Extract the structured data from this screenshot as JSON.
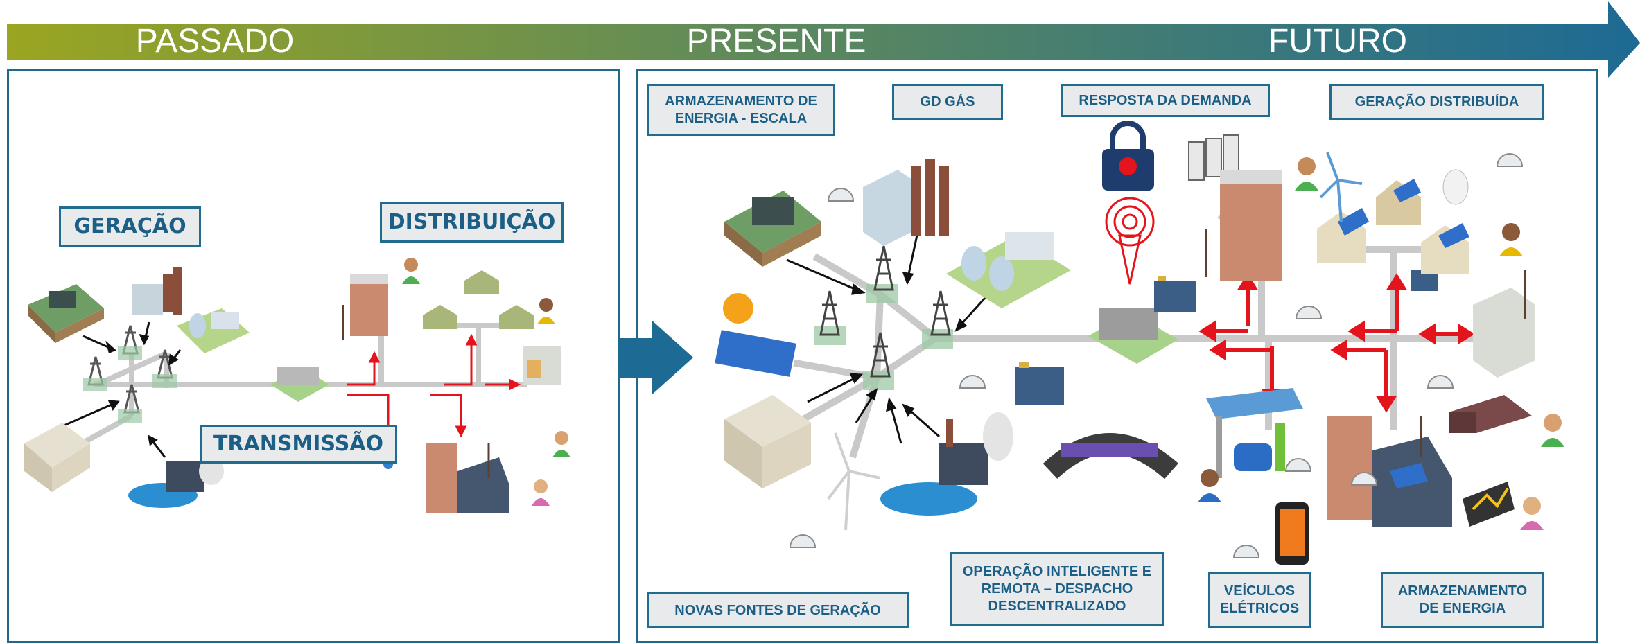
{
  "timeline": {
    "eras": [
      "PASSADO",
      "PRESENTE",
      "FUTURO"
    ],
    "colors": {
      "start": "#9aa521",
      "end": "#1d6a94"
    }
  },
  "past": {
    "labels": {
      "generation": "GERAÇÃO",
      "distribution": "DISTRIBUIÇÃO",
      "transmission": "TRANSMISSÃO"
    }
  },
  "future": {
    "labels": {
      "storage_scale": "ARMAZENAMENTO DE\nENERGIA - ESCALA",
      "gd_gas": "GD GÁS",
      "demand_response": "RESPOSTA DA DEMANDA",
      "distributed_generation": "GERAÇÃO DISTRIBUÍDA",
      "new_sources": "NOVAS FONTES DE GERAÇÃO",
      "smart_operation": "OPERAÇÃO INTELIGENTE E\nREMOTA – DESPACHO\nDESCENTRALIZADO",
      "electric_vehicles": "VEÍCULOS\nELÉTRICOS",
      "energy_storage": "ARMAZENAMENTO\nDE ENERGIA"
    }
  },
  "icons": [
    "transmission-tower-icon",
    "factory-icon",
    "solar-panel-icon",
    "wind-turbine-icon",
    "house-icon",
    "building-icon",
    "substation-icon",
    "battery-icon",
    "sensor-icon",
    "person-icon",
    "control-room-icon",
    "charging-station-icon",
    "smartphone-icon",
    "smart-meter-icon",
    "sun-icon",
    "lock-icon",
    "radio-tower-icon",
    "lamp-icon"
  ],
  "accent_colors": {
    "arrow_red": "#e3141b",
    "grid_line": "#c9c9c9",
    "border_blue": "#1e6a8c",
    "label_text": "#1b5f86",
    "center_arrow": "#1d6a94"
  }
}
